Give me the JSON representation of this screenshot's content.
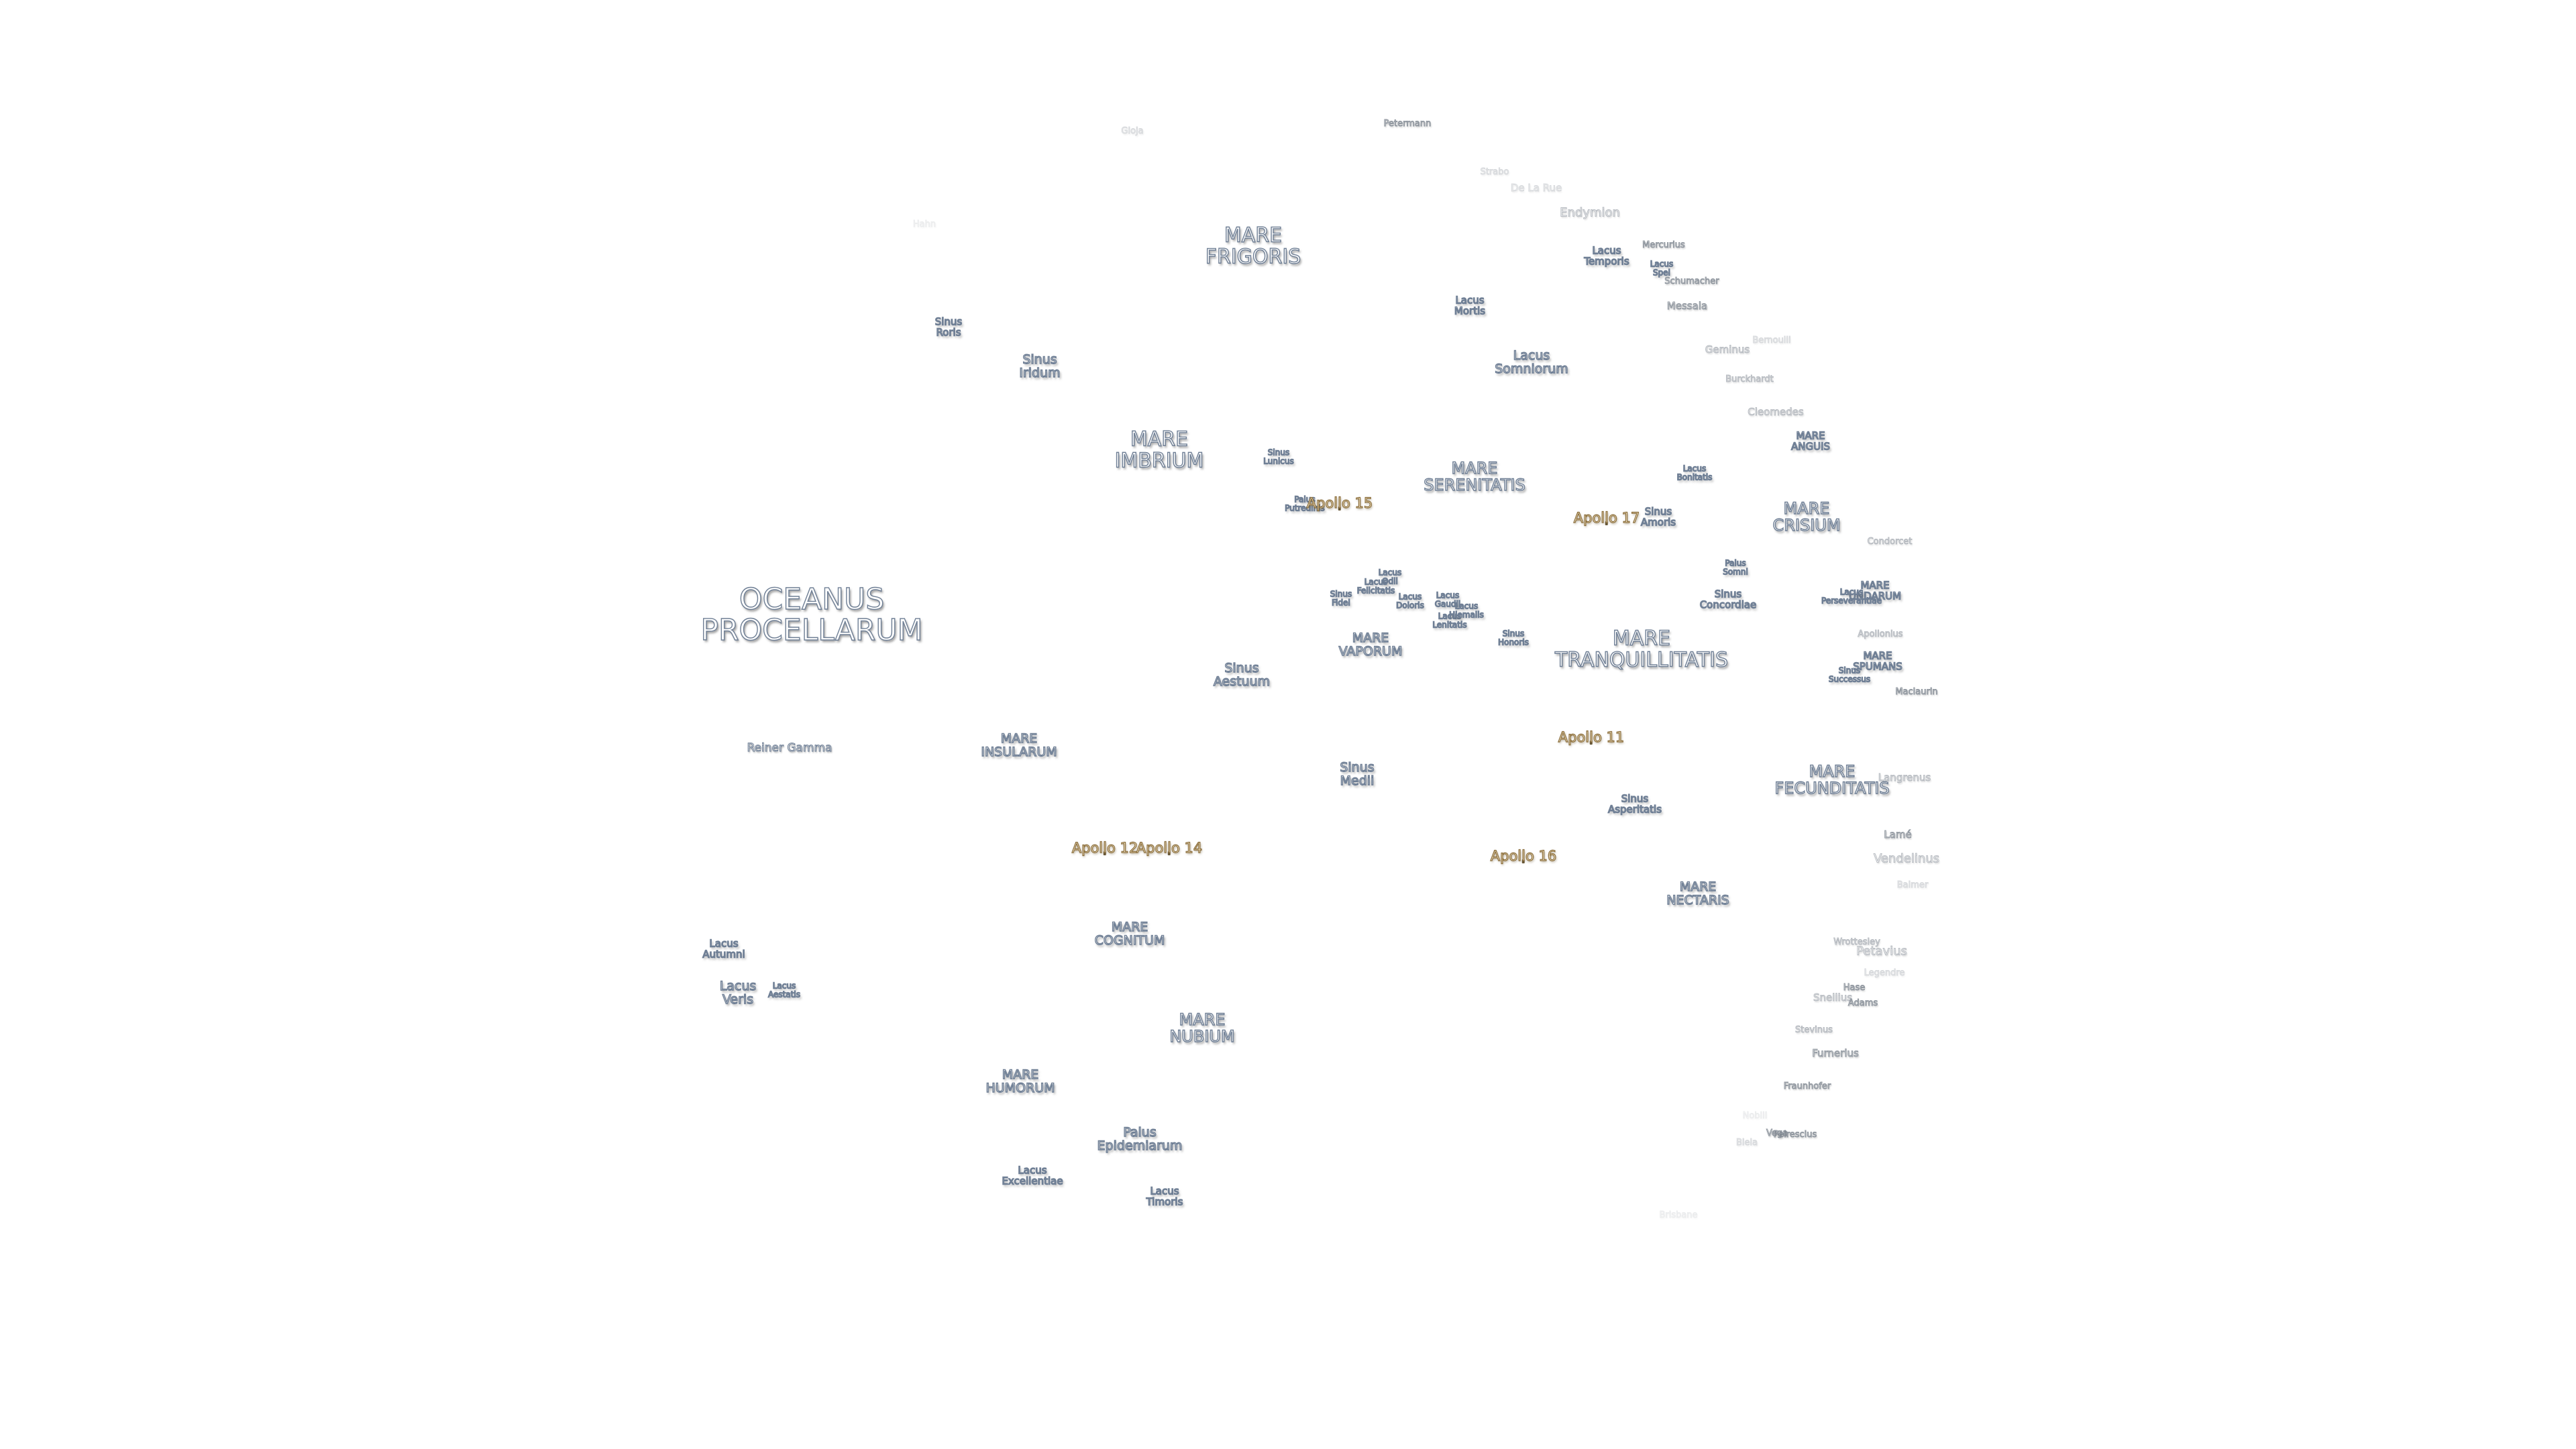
{
  "labels": [
    {
      "id": "oceanus-procellarum",
      "text": "OCEANUS\nPROCELLARUM",
      "kind": "mare",
      "size": "xl"
    },
    {
      "id": "mare-frigoris",
      "text": "MARE\nFRIGORIS",
      "kind": "mare",
      "size": "l"
    },
    {
      "id": "mare-imbrium",
      "text": "MARE\nIMBRIUM",
      "kind": "mare",
      "size": "l"
    },
    {
      "id": "mare-serenitatis",
      "text": "MARE\nSERENITATIS",
      "kind": "mare",
      "size": "m"
    },
    {
      "id": "mare-tranquillitatis",
      "text": "MARE\nTRANQUILLITATIS",
      "kind": "mare",
      "size": "l"
    },
    {
      "id": "mare-crisium",
      "text": "MARE\nCRISIUM",
      "kind": "mare",
      "size": "m"
    },
    {
      "id": "mare-fecunditatis",
      "text": "MARE\nFECUNDITATIS",
      "kind": "mare",
      "size": "m"
    },
    {
      "id": "mare-nectaris",
      "text": "MARE\nNECTARIS",
      "kind": "mare",
      "size": "s"
    },
    {
      "id": "mare-nubium",
      "text": "MARE\nNUBIUM",
      "kind": "mare",
      "size": "m"
    },
    {
      "id": "mare-humorum",
      "text": "MARE\nHUMORUM",
      "kind": "mare",
      "size": "s"
    },
    {
      "id": "mare-cognitum",
      "text": "MARE\nCOGNITUM",
      "kind": "mare",
      "size": "s"
    },
    {
      "id": "mare-insularum",
      "text": "MARE\nINSULARUM",
      "kind": "mare",
      "size": "s"
    },
    {
      "id": "mare-vaporum",
      "text": "MARE\nVAPORUM",
      "kind": "mare",
      "size": "s"
    },
    {
      "id": "mare-anguis",
      "text": "MARE\nANGUIS",
      "kind": "mare",
      "size": "xs"
    },
    {
      "id": "mare-undarum",
      "text": "MARE\nUNDARUM",
      "kind": "mare",
      "size": "xs"
    },
    {
      "id": "mare-spumans",
      "text": "MARE\nSPUMANS",
      "kind": "mare",
      "size": "xs"
    },
    {
      "id": "sinus-roris",
      "text": "Sinus\nRoris",
      "kind": "mare",
      "size": "xs"
    },
    {
      "id": "sinus-iridum",
      "text": "Sinus\nIridum",
      "kind": "mare",
      "size": "s"
    },
    {
      "id": "sinus-aestuum",
      "text": "Sinus\nAestuum",
      "kind": "mare",
      "size": "s"
    },
    {
      "id": "sinus-medii",
      "text": "Sinus\nMedii",
      "kind": "mare",
      "size": "s"
    },
    {
      "id": "sinus-asperitatis",
      "text": "Sinus\nAsperitatis",
      "kind": "mare",
      "size": "xs"
    },
    {
      "id": "sinus-amoris",
      "text": "Sinus\nAmoris",
      "kind": "mare",
      "size": "xs"
    },
    {
      "id": "sinus-concordiae",
      "text": "Sinus\nConcordiae",
      "kind": "mare",
      "size": "xs"
    },
    {
      "id": "sinus-honoris",
      "text": "Sinus\nHonoris",
      "kind": "mare",
      "size": "xxs"
    },
    {
      "id": "sinus-fidei",
      "text": "Sinus\nFidei",
      "kind": "mare",
      "size": "xxs"
    },
    {
      "id": "sinus-lunicus",
      "text": "Sinus\nLunicus",
      "kind": "mare",
      "size": "xxs"
    },
    {
      "id": "sinus-successus",
      "text": "Sinus\nSuccessus",
      "kind": "mare",
      "size": "xxs"
    },
    {
      "id": "lacus-mortis",
      "text": "Lacus\nMortis",
      "kind": "mare",
      "size": "xs"
    },
    {
      "id": "lacus-somniorum",
      "text": "Lacus\nSomniorum",
      "kind": "mare",
      "size": "s"
    },
    {
      "id": "lacus-temporis",
      "text": "Lacus\nTemporis",
      "kind": "mare",
      "size": "xs"
    },
    {
      "id": "lacus-spei",
      "text": "Lacus\nSpei",
      "kind": "mare",
      "size": "xxs"
    },
    {
      "id": "lacus-bonitatis",
      "text": "Lacus\nBonitatis",
      "kind": "mare",
      "size": "xxs"
    },
    {
      "id": "lacus-odii",
      "text": "Lacus\nOdii",
      "kind": "mare",
      "size": "xxs"
    },
    {
      "id": "lacus-felicitatis",
      "text": "Lacus\nFelicitatis",
      "kind": "mare",
      "size": "xxs"
    },
    {
      "id": "lacus-doloris",
      "text": "Lacus\nDoloris",
      "kind": "mare",
      "size": "xxs"
    },
    {
      "id": "lacus-gaudii",
      "text": "Lacus\nGaudii",
      "kind": "mare",
      "size": "xxs"
    },
    {
      "id": "lacus-lenitatis",
      "text": "Lacus\nLenitatis",
      "kind": "mare",
      "size": "xxs"
    },
    {
      "id": "lacus-hiemalis",
      "text": "Lacus\nHiemalis",
      "kind": "mare",
      "size": "xxs"
    },
    {
      "id": "lacus-perseverantiae",
      "text": "Lacus\nPerseverantiae",
      "kind": "mare",
      "size": "xxs"
    },
    {
      "id": "lacus-autumni",
      "text": "Lacus\nAutumni",
      "kind": "mare",
      "size": "xs"
    },
    {
      "id": "lacus-veris",
      "text": "Lacus\nVeris",
      "kind": "mare",
      "size": "s"
    },
    {
      "id": "lacus-aestatis",
      "text": "Lacus\nAestatis",
      "kind": "mare",
      "size": "xxs"
    },
    {
      "id": "lacus-excellentiae",
      "text": "Lacus\nExcellentiae",
      "kind": "mare",
      "size": "xs"
    },
    {
      "id": "lacus-timoris",
      "text": "Lacus\nTimoris",
      "kind": "mare",
      "size": "xs"
    },
    {
      "id": "palus-putredinis",
      "text": "Palus\nPutredinis",
      "kind": "mare",
      "size": "xxs"
    },
    {
      "id": "palus-somni",
      "text": "Palus\nSomni",
      "kind": "mare",
      "size": "xxs"
    },
    {
      "id": "palus-epidemiarum",
      "text": "Palus\nEpidemiarum",
      "kind": "mare",
      "size": "s"
    },
    {
      "id": "reiner-gamma",
      "text": "Reiner Gamma",
      "kind": "rg"
    },
    {
      "id": "apollo-11",
      "text": "Apollo 11",
      "kind": "apollo"
    },
    {
      "id": "apollo-12",
      "text": "Apollo 12",
      "kind": "apollo"
    },
    {
      "id": "apollo-14",
      "text": "Apollo 14",
      "kind": "apollo"
    },
    {
      "id": "apollo-15",
      "text": "Apollo 15",
      "kind": "apollo"
    },
    {
      "id": "apollo-16",
      "text": "Apollo 16",
      "kind": "apollo"
    },
    {
      "id": "apollo-17",
      "text": "Apollo 17",
      "kind": "apollo"
    },
    {
      "id": "petermann",
      "text": "Petermann",
      "kind": "crater",
      "size": "xs",
      "fade": 1
    },
    {
      "id": "gioja",
      "text": "Gioja",
      "kind": "crater",
      "size": "xs",
      "fade": 3
    },
    {
      "id": "strabo",
      "text": "Strabo",
      "kind": "crater",
      "size": "xs",
      "fade": 3
    },
    {
      "id": "de-la-rue",
      "text": "De La Rue",
      "kind": "crater",
      "size": "s",
      "fade": 3
    },
    {
      "id": "endymion",
      "text": "Endymion",
      "kind": "crater",
      "size": "m",
      "fade": 2
    },
    {
      "id": "mercurius",
      "text": "Mercurius",
      "kind": "crater",
      "size": "xs",
      "fade": 1
    },
    {
      "id": "schumacher",
      "text": "Schumacher",
      "kind": "crater",
      "size": "xs",
      "fade": 1
    },
    {
      "id": "messala",
      "text": "Messala",
      "kind": "crater",
      "size": "s",
      "fade": 1
    },
    {
      "id": "geminus",
      "text": "Geminus",
      "kind": "crater",
      "size": "s",
      "fade": 2
    },
    {
      "id": "bernoulli",
      "text": "Bernoulli",
      "kind": "crater",
      "size": "xs",
      "fade": 3
    },
    {
      "id": "burckhardt",
      "text": "Burckhardt",
      "kind": "crater",
      "size": "xs",
      "fade": 2
    },
    {
      "id": "cleomedes",
      "text": "Cleomedes",
      "kind": "crater",
      "size": "s",
      "fade": 2
    },
    {
      "id": "condorcet",
      "text": "Condorcet",
      "kind": "crater",
      "size": "xs",
      "fade": 2
    },
    {
      "id": "apollonius",
      "text": "Apollonius",
      "kind": "crater",
      "size": "xs",
      "fade": 2
    },
    {
      "id": "maclaurin",
      "text": "Maclaurin",
      "kind": "crater",
      "size": "xs",
      "fade": 1
    },
    {
      "id": "langrenus",
      "text": "Langrenus",
      "kind": "crater",
      "size": "s",
      "fade": 2
    },
    {
      "id": "lame",
      "text": "Lamé",
      "kind": "crater",
      "size": "s",
      "fade": 1
    },
    {
      "id": "vendelinus",
      "text": "Vendelinus",
      "kind": "crater",
      "size": "m",
      "fade": 2
    },
    {
      "id": "balmer",
      "text": "Balmer",
      "kind": "crater",
      "size": "xs",
      "fade": 3
    },
    {
      "id": "wrottesley",
      "text": "Wrottesley",
      "kind": "crater",
      "size": "xs",
      "fade": 2
    },
    {
      "id": "petavius",
      "text": "Petavius",
      "kind": "crater",
      "size": "m",
      "fade": 2
    },
    {
      "id": "legendre",
      "text": "Legendre",
      "kind": "crater",
      "size": "xs",
      "fade": 3
    },
    {
      "id": "hase",
      "text": "Hase",
      "kind": "crater",
      "size": "xs",
      "fade": 1
    },
    {
      "id": "snellius",
      "text": "Snellius",
      "kind": "crater",
      "size": "s",
      "fade": 2
    },
    {
      "id": "adams",
      "text": "Adams",
      "kind": "crater",
      "size": "xs",
      "fade": 1
    },
    {
      "id": "stevinus",
      "text": "Stevinus",
      "kind": "crater",
      "size": "xs",
      "fade": 2
    },
    {
      "id": "furnerius",
      "text": "Furnerius",
      "kind": "crater",
      "size": "s",
      "fade": 1
    },
    {
      "id": "fraunhofer",
      "text": "Fraunhofer",
      "kind": "crater",
      "size": "xs",
      "fade": 1
    },
    {
      "id": "vega",
      "text": "Vega",
      "kind": "crater",
      "size": "xs",
      "fade": 1
    },
    {
      "id": "peirescius",
      "text": "Peirescius",
      "kind": "crater",
      "size": "xs",
      "fade": 1
    },
    {
      "id": "nobili",
      "text": "Nobili",
      "kind": "crater",
      "size": "xs",
      "fade": 4
    },
    {
      "id": "hahn",
      "text": "Hahn",
      "kind": "crater",
      "size": "xs",
      "fade": 4
    },
    {
      "id": "biela",
      "text": "Biela",
      "kind": "crater",
      "size": "xs",
      "fade": 3
    },
    {
      "id": "brisbane",
      "text": "Brisbane",
      "kind": "crater",
      "size": "xs",
      "fade": 4
    }
  ]
}
